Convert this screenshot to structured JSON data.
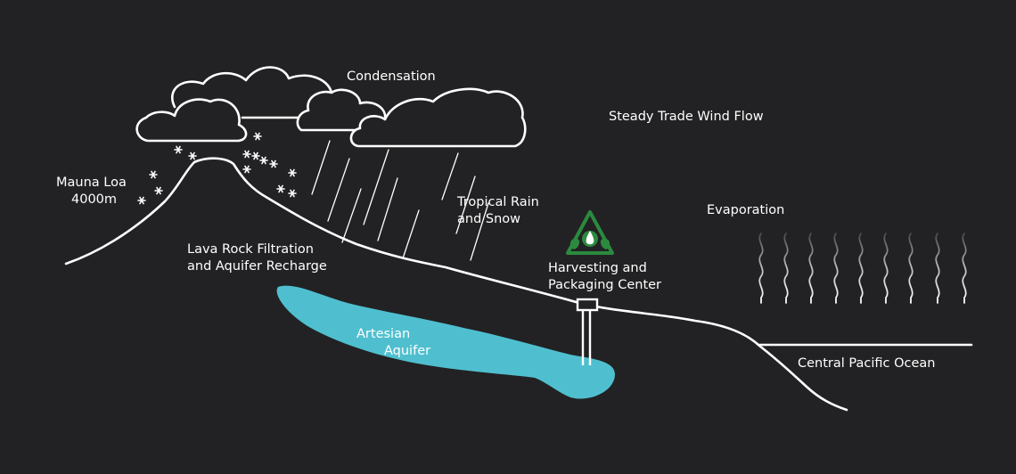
{
  "labels": {
    "condensation": "Condensation",
    "trade_wind": "Steady Trade Wind Flow",
    "mauna_loa": {
      "line1": "Mauna Loa",
      "line2": "4000m"
    },
    "tropical_rain": {
      "line1": "Tropical Rain",
      "line2": "and Snow"
    },
    "evaporation": "Evaporation",
    "lava_rock": {
      "line1": "Lava Rock Filtration",
      "line2": "and Aquifer Recharge"
    },
    "harvesting": {
      "line1": "Harvesting and",
      "line2": "Packaging Center"
    },
    "aquifer": {
      "line1": "Artesian",
      "line2": "Aquifer"
    },
    "ocean": "Central Pacific Ocean"
  },
  "icons": {
    "logo": "recycle-triangle-water-drop-icon",
    "snow": "asterisk-snowflake-icon",
    "evaporation": "wavy-vapor-line-icon",
    "rain": "rain-streak-icon",
    "cloud": "cloud-outline-icon"
  },
  "colors": {
    "background": "#222224",
    "line": "#ffffff",
    "aquifer": "#4fbfcf",
    "logo_green": "#2b8a3e"
  }
}
